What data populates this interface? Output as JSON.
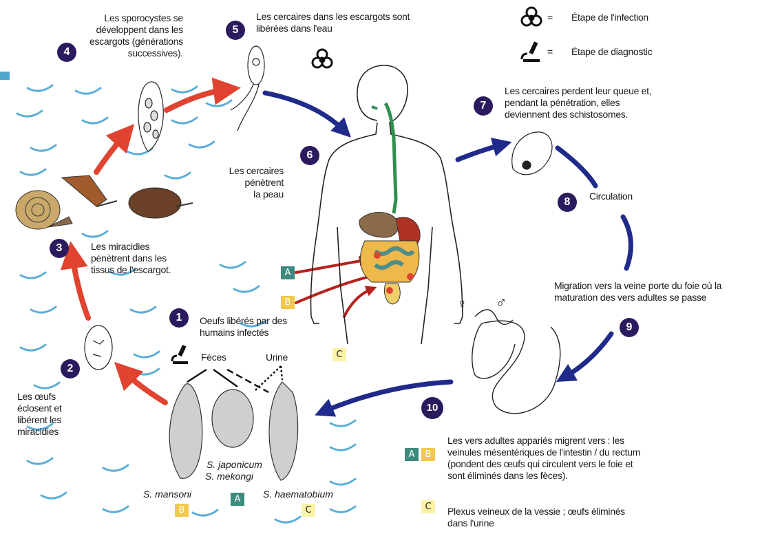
{
  "legend": {
    "infection_label": "Étape de l'infection",
    "diagnostic_label": "Étape de diagnostic",
    "equals": "="
  },
  "steps": [
    {
      "num": "1",
      "text": "Oeufs libérés par des\nhumains infectés"
    },
    {
      "num": "2",
      "text": "Les œufs\néclosent et\nlibérent les\nmiracidies"
    },
    {
      "num": "3",
      "text": "Les miracidies\npénètrent dans les\ntissus de l'escargot."
    },
    {
      "num": "4",
      "text": "Les sporocystes se\ndéveloppent dans les\nescargots (générations\nsuccessives)."
    },
    {
      "num": "5",
      "text": "Les cercaires dans les escargots sont\nlibérées dans l'eau"
    },
    {
      "num": "6",
      "text": "Les cercaires\npénètrent\nla peau"
    },
    {
      "num": "7",
      "text": "Les cercaires perdent leur queue et,\npendant la pénétration, elles\ndeviennent des schistosomes."
    },
    {
      "num": "8",
      "text": "Circulation"
    },
    {
      "num": "9",
      "text": "Migration vers la veine porte du foie où la\nmaturation des vers adultes se passe"
    },
    {
      "num": "10",
      "text": "Les vers adultes appariés migrent vers : les\nveinules mésentériques de l'intestin / du rectum\n(pondent des œufs qui circulent vers le foie et\nsont éliminés dans les fèces)."
    }
  ],
  "stool_label": "Fèces",
  "urine_label": "Urine",
  "bladder_text": "Plexus veineux de la vessie ; œufs éliminés\ndans l'urine",
  "species": {
    "mansoni": "S. mansoni",
    "japonicum": "S. japonicum",
    "mekongi": "S. mekongi",
    "haematobium": "S. haematobium"
  },
  "badges": {
    "A": "A",
    "B": "B",
    "C": "C"
  },
  "sex_symbols": {
    "female": "♀",
    "male": "♂"
  },
  "colors": {
    "step_circle": "#2b1a5e",
    "red_arrow": "#e0432f",
    "blue_arrow": "#1f2a8a",
    "dark_red_arrow": "#b5231c",
    "water": "#5aaed8",
    "badge_A": "#3d8a7e",
    "badge_B": "#f2c94c",
    "badge_C": "#fbf3a8"
  }
}
